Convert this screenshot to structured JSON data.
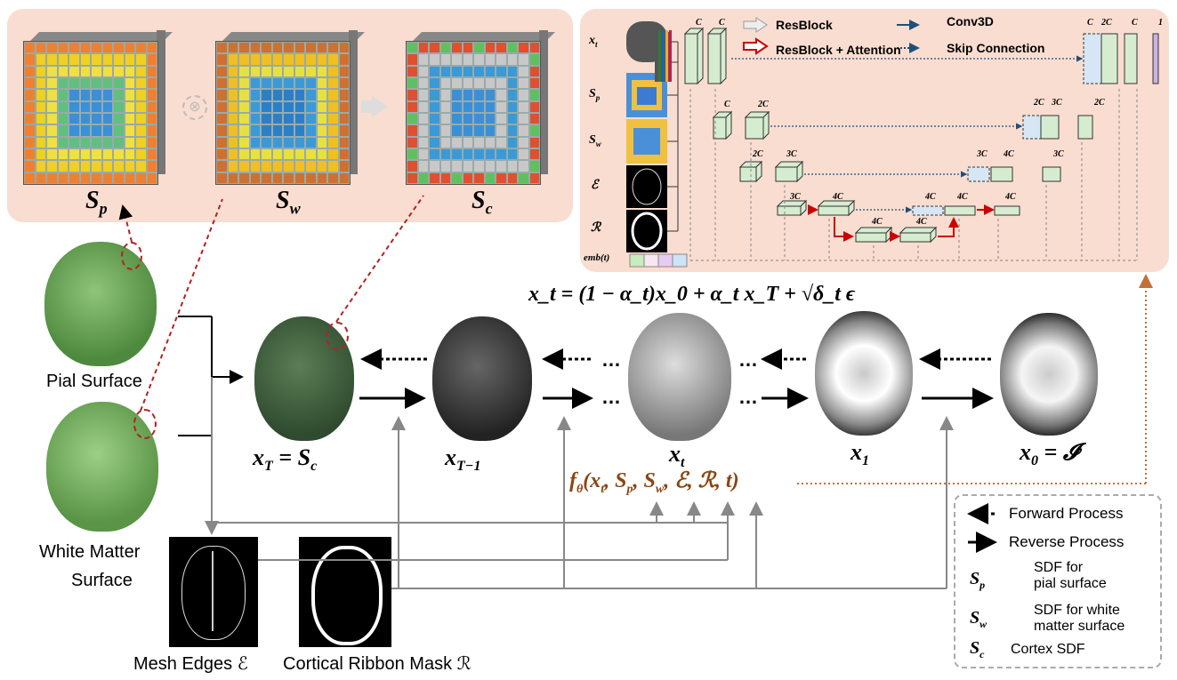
{
  "sdf_panel": {
    "labels": {
      "sp": "S",
      "sp_sub": "p",
      "sw": "S",
      "sw_sub": "w",
      "sc": "S",
      "sc_sub": "c"
    }
  },
  "unet": {
    "inputs": {
      "xt": "x",
      "xt_sub": "t",
      "sp": "S",
      "sp_sub": "p",
      "sw": "S",
      "sw_sub": "w",
      "e": "ℰ",
      "r": "ℛ",
      "emb": "emb(t)"
    },
    "legend": {
      "resblock": "ResBlock",
      "resblock_attn": "ResBlock + Attention",
      "conv3d": "Conv3D",
      "skip": "Skip Connection"
    },
    "channel_labels": {
      "c": "C",
      "c2": "2C",
      "c3": "3C",
      "c4": "4C",
      "one": "1"
    }
  },
  "equation": "x_t = (1 − α_t)x_0 + α_t x_T + √δ_t ϵ",
  "surfaces": {
    "pial": "Pial Surface",
    "white_l1": "White Matter",
    "white_l2": "Surface",
    "mesh_edges": "Mesh Edges ℰ",
    "ribbon": "Cortical Ribbon Mask ℛ"
  },
  "chain": {
    "xT": "x",
    "xT_sub": "T",
    "xT_eq": " = S",
    "xT_eq_sub": "c",
    "xT1": "x",
    "xT1_sub": "T−1",
    "xt": "x",
    "xt_sub": "t",
    "x1": "x",
    "x1_sub": "1",
    "x0": "x",
    "x0_sub": "0",
    "x0_eq": " = 𝓘",
    "dots": "…",
    "f": "f",
    "f_sub": "θ",
    "f_args": "(x",
    "f_args_sub": "t",
    "f_rest": ", S",
    "f_rest_sub": "p",
    "f_rest2": ", S",
    "f_rest2_sub": "w",
    "f_tail": ", ℰ, ℛ, t)"
  },
  "legend": {
    "forward": "Forward Process",
    "reverse": "Reverse Process",
    "sp": "S",
    "sp_sub": "p",
    "sp_desc_1": "SDF for",
    "sp_desc_2": "pial surface",
    "sw": "S",
    "sw_sub": "w",
    "sw_desc_1": "SDF for white",
    "sw_desc_2": "matter surface",
    "sc": "S",
    "sc_sub": "c",
    "sc_desc": "Cortex SDF"
  },
  "colors": {
    "panel": "#f9ddd0",
    "brain_green": "#6ea05a",
    "brain_dark": "#3f5a3a",
    "f_color": "#8b4513",
    "arrow_red": "#b22222",
    "block_green": "#d6ecd0",
    "block_blue": "#d6e6f4"
  }
}
